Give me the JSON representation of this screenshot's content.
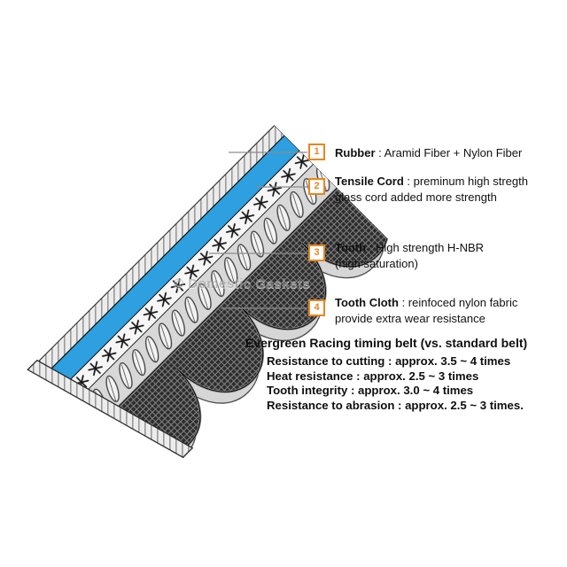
{
  "watermark": "© Domestic Gaskets",
  "callouts": [
    {
      "num": "1",
      "term": "Rubber",
      "line1": " : Aramid Fiber + Nylon Fiber",
      "line2": ""
    },
    {
      "num": "2",
      "term": "Tensile Cord",
      "line1": " : preminum high stregth",
      "line2": "glass cord added more strength"
    },
    {
      "num": "3",
      "term": "Tooth",
      "line1": " : High strength H-NBR",
      "line2": "(high saturation)"
    },
    {
      "num": "4",
      "term": "Tooth Cloth",
      "line1": " : reinfoced nylon fabric",
      "line2": "provide extra wear resistance"
    }
  ],
  "comparison": {
    "heading": "Evergreen Racing timing belt (vs. standard belt)",
    "items": [
      "Resistance to cutting : approx. 3.5 ~ 4 times",
      "Heat resistance : approx. 2.5 ~ 3 times",
      "Tooth integrity : approx. 3.0 ~ 4 times",
      "Resistance to abrasion : approx. 2.5 ~ 3 times."
    ]
  },
  "colors": {
    "accent": "#E8861D",
    "belt_blue": "#2E9FDF"
  }
}
